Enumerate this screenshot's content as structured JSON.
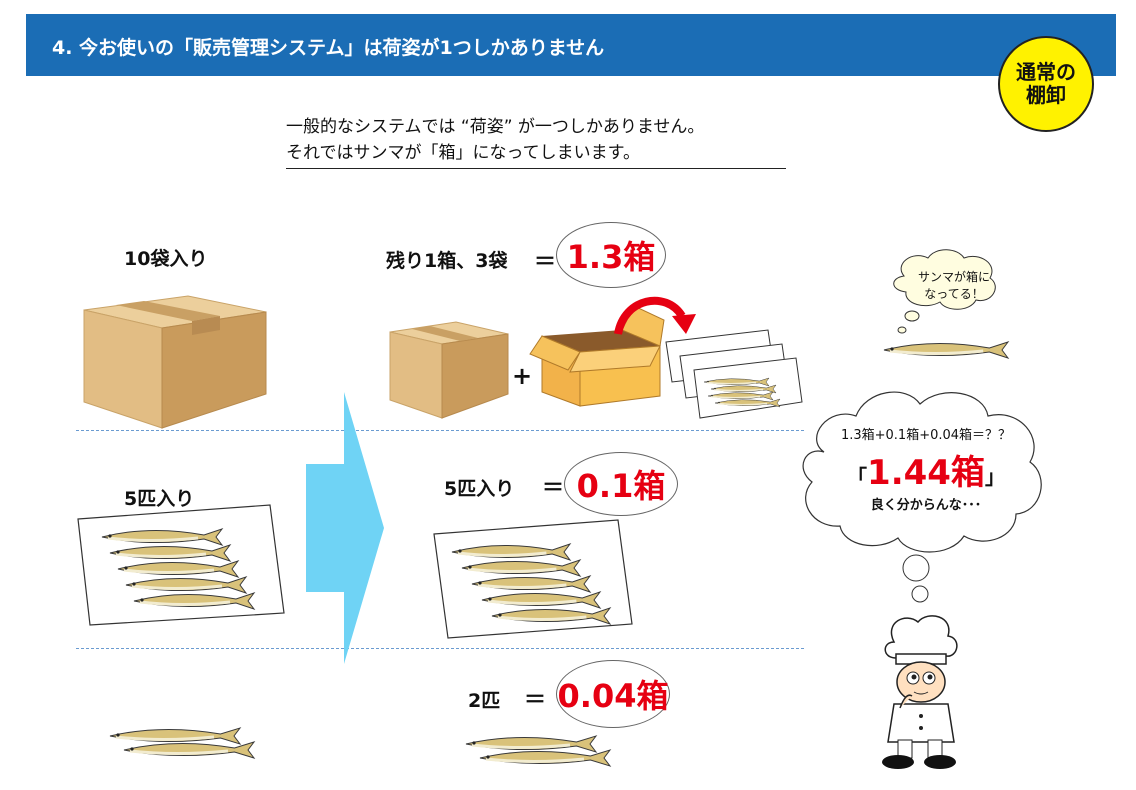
{
  "header": {
    "title": "4. 今お使いの「販売管理システム」は荷姿が1つしかありません",
    "badge_line1": "通常の",
    "badge_line2": "棚卸"
  },
  "intro": {
    "line1": "一般的なシステムでは “荷姿” が一つしかありません。",
    "line2": "それではサンマが「箱」になってしまいます。"
  },
  "left": {
    "box_label": "10袋入り",
    "tray_label": "5匹入り"
  },
  "rows": {
    "row1_label": "残り1箱、3袋",
    "row1_equals": "＝",
    "row1_value": "1.3箱",
    "plus": "+",
    "row2_label": "5匹入り",
    "row2_equals": "＝",
    "row2_value": "0.1箱",
    "row3_label": "2匹",
    "row3_equals": "＝",
    "row3_value": "0.04箱"
  },
  "thought_small": {
    "line1": "サンマが箱に",
    "line2": "なってる！"
  },
  "thought_big": {
    "formula": "1.3箱+0.1箱+0.04箱＝？？",
    "open_bracket": "「",
    "total": "1.44箱",
    "close_bracket": "」",
    "comment": "良く分からんな･･･"
  },
  "colors": {
    "header_bg": "#1b6db5",
    "badge_bg": "#fff200",
    "value_red": "#e60012",
    "arrow_blue": "#6fd3f5",
    "box_tan": "#dcb67e"
  }
}
